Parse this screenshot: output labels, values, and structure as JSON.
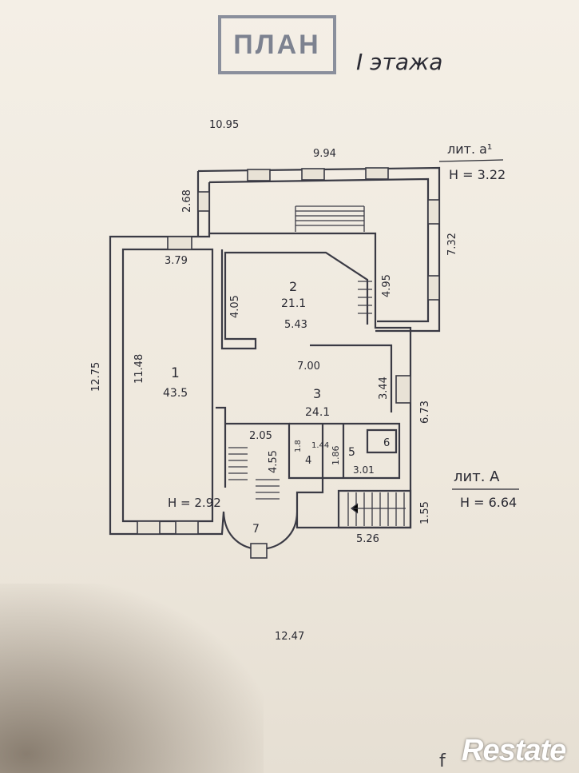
{
  "stamp": {
    "text": "ПЛАН"
  },
  "floor_label": "I этажа",
  "logo": {
    "text": "Restate"
  },
  "edge_mark": "f",
  "dimensions": {
    "overall_top": "10.95",
    "overall_bottom": "12.47",
    "overall_left": "12.75",
    "annex_top": "9.94",
    "annex_left": "2.68",
    "annex_right": "7.32",
    "annex_inner": "4.95",
    "room1_top": "3.79",
    "room1_left": "11.48",
    "room2_left": "4.05",
    "room2_bottom": "5.43",
    "room3_top": "7.00",
    "room3_right": "3.44",
    "right_mid": "6.73",
    "right_low": "1.55",
    "bottom_right": "5.26",
    "stair_width": "2.05",
    "stair_height": "4.55",
    "wc_a": "1.8",
    "wc_b": "1.44",
    "wc_c": "1.86",
    "wc_d": "3.01"
  },
  "rooms": [
    {
      "num": "1",
      "area": "43.5"
    },
    {
      "num": "2",
      "area": "21.1"
    },
    {
      "num": "3",
      "area": "24.1"
    },
    {
      "num": "4",
      "area": ""
    },
    {
      "num": "5",
      "area": ""
    },
    {
      "num": "6",
      "area": ""
    },
    {
      "num": "7",
      "area": ""
    }
  ],
  "room1_height": "H = 2.92",
  "lit_a1": {
    "name": "лит. a¹",
    "height": "H = 3.22"
  },
  "lit_a": {
    "name": "лит. А",
    "height": "H = 6.64"
  }
}
